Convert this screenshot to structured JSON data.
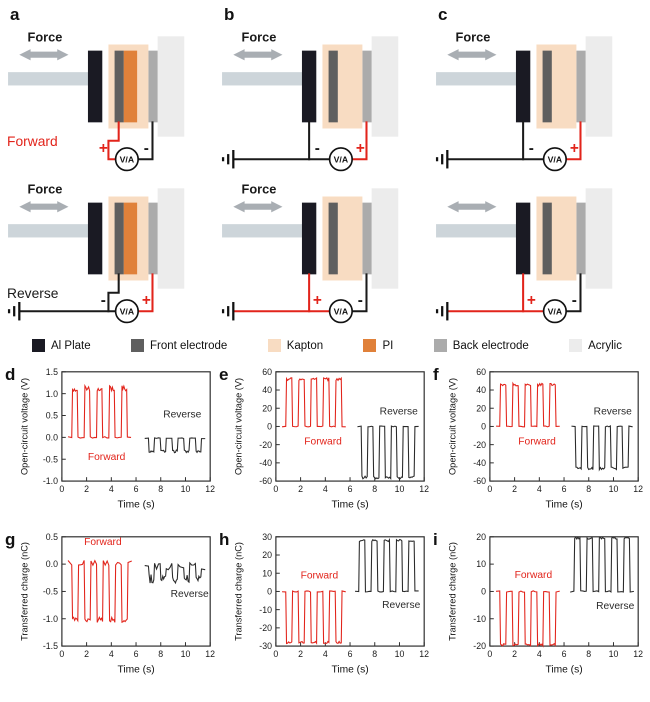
{
  "diagrams": {
    "force_label": "Force",
    "meter_label": "V/A",
    "panels": [
      {
        "id": "a",
        "has_pi": true,
        "cells": [
          {
            "show_force": true,
            "row_label": "Forward",
            "row_label_color": "#e2241b",
            "left": {
              "sign": "+",
              "color": "#e2241b",
              "wire": "front",
              "ground": false
            },
            "right": {
              "sign": "-",
              "color": "#1a1a1a",
              "wire": "back"
            }
          },
          {
            "show_force": true,
            "row_label": "Reverse",
            "row_label_color": "#1a1a1a",
            "left": {
              "sign": "-",
              "color": "#1a1a1a",
              "wire": "front",
              "ground": true
            },
            "right": {
              "sign": "+",
              "color": "#e2241b",
              "wire": "back"
            }
          }
        ]
      },
      {
        "id": "b",
        "has_pi": false,
        "cells": [
          {
            "show_force": true,
            "left": {
              "sign": "-",
              "color": "#1a1a1a",
              "wire": "plate",
              "ground": true
            },
            "right": {
              "sign": "+",
              "color": "#e2241b",
              "wire": "back"
            }
          },
          {
            "show_force": true,
            "left": {
              "sign": "+",
              "color": "#e2241b",
              "wire": "plate",
              "ground": true
            },
            "right": {
              "sign": "-",
              "color": "#1a1a1a",
              "wire": "back"
            }
          }
        ]
      },
      {
        "id": "c",
        "has_pi": false,
        "cells": [
          {
            "show_force": true,
            "left": {
              "sign": "-",
              "color": "#1a1a1a",
              "wire": "plate",
              "ground": true
            },
            "right": {
              "sign": "+",
              "color": "#e2241b",
              "wire": "back"
            }
          },
          {
            "show_force": false,
            "left": {
              "sign": "+",
              "color": "#e2241b",
              "wire": "plate",
              "ground": true
            },
            "right": {
              "sign": "-",
              "color": "#1a1a1a",
              "wire": "back"
            }
          }
        ]
      }
    ]
  },
  "legend": {
    "items": [
      {
        "label": "Al Plate",
        "color": "#1a1a23"
      },
      {
        "label": "Front electrode",
        "color": "#5f5f5f"
      },
      {
        "label": "Kapton",
        "color": "#f8dcc2"
      },
      {
        "label": "PI",
        "color": "#e0813a"
      },
      {
        "label": "Back electrode",
        "color": "#ababab"
      },
      {
        "label": "Acrylic",
        "color": "#ececec"
      }
    ]
  },
  "chart_data": [
    {
      "panel": "d",
      "type": "line",
      "xlabel": "Time (s)",
      "ylabel": "Open-circuit voltage (V)",
      "xlim": [
        0,
        12
      ],
      "ylim": [
        -1.0,
        1.5
      ],
      "xticks": [
        0,
        2,
        4,
        6,
        8,
        10,
        12
      ],
      "xtick_labels": [
        "0",
        "2",
        "4",
        "6",
        "8",
        "10",
        "12"
      ],
      "yticks": [
        -1.0,
        -0.5,
        0.0,
        0.5,
        1.0,
        1.5
      ],
      "ytick_labels": [
        "-1.0",
        "-0.5",
        "0.0",
        "0.5",
        "1.0",
        "1.5"
      ],
      "series": [
        {
          "name": "Forward",
          "color": "#e2241b",
          "t0": 0.8,
          "n": 5,
          "period": 1.0,
          "width": 0.5,
          "base": 0.0,
          "peak": 1.12,
          "peak_noise": 0.07,
          "base_noise": 0.015,
          "label_x": 2.1,
          "label_y": -0.52,
          "seed": 3
        },
        {
          "name": "Reverse",
          "color": "#2a2a2a",
          "t0": 7.0,
          "n": 5,
          "period": 0.95,
          "width": 0.5,
          "base": -0.02,
          "peak": -0.32,
          "peak_noise": 0.03,
          "base_noise": 0.01,
          "label_x": 8.2,
          "label_y": 0.45,
          "seed": 7
        }
      ]
    },
    {
      "panel": "e",
      "type": "line",
      "xlabel": "Time (s)",
      "ylabel": "Open-circuit voltage (V)",
      "xlim": [
        0,
        12
      ],
      "ylim": [
        -60,
        60
      ],
      "xticks": [
        0,
        2,
        4,
        6,
        8,
        10,
        12
      ],
      "xtick_labels": [
        "0",
        "2",
        "4",
        "6",
        "8",
        "10",
        "12"
      ],
      "yticks": [
        -60,
        -40,
        -20,
        0,
        20,
        40,
        60
      ],
      "ytick_labels": [
        "-60",
        "-40",
        "-20",
        "0",
        "20",
        "40",
        "60"
      ],
      "series": [
        {
          "name": "Forward",
          "color": "#e2241b",
          "t0": 0.8,
          "n": 5,
          "period": 1.0,
          "width": 0.55,
          "base": 0,
          "peak": 52,
          "peak_noise": 1.5,
          "base_noise": 0.5,
          "label_x": 2.3,
          "label_y": -20,
          "seed": 11
        },
        {
          "name": "Reverse",
          "color": "#2a2a2a",
          "t0": 6.9,
          "n": 5,
          "period": 0.95,
          "width": 0.55,
          "base": 0,
          "peak": -56,
          "peak_noise": 1.5,
          "base_noise": 0.5,
          "label_x": 8.4,
          "label_y": 13,
          "seed": 13
        }
      ]
    },
    {
      "panel": "f",
      "type": "line",
      "xlabel": "Time (s)",
      "ylabel": "Open-circuit voltage (V)",
      "xlim": [
        0,
        12
      ],
      "ylim": [
        -60,
        60
      ],
      "xticks": [
        0,
        2,
        4,
        6,
        8,
        10,
        12
      ],
      "xtick_labels": [
        "0",
        "2",
        "4",
        "6",
        "8",
        "10",
        "12"
      ],
      "yticks": [
        -60,
        -40,
        -20,
        0,
        20,
        40,
        60
      ],
      "ytick_labels": [
        "-60",
        "-40",
        "-20",
        "0",
        "20",
        "40",
        "60"
      ],
      "series": [
        {
          "name": "Forward",
          "color": "#e2241b",
          "t0": 0.8,
          "n": 5,
          "period": 1.0,
          "width": 0.55,
          "base": 0,
          "peak": 46,
          "peak_noise": 1.5,
          "base_noise": 0.5,
          "label_x": 2.3,
          "label_y": -20,
          "seed": 17
        },
        {
          "name": "Reverse",
          "color": "#2a2a2a",
          "t0": 6.9,
          "n": 5,
          "period": 0.95,
          "width": 0.55,
          "base": 0,
          "peak": -46,
          "peak_noise": 1.5,
          "base_noise": 0.5,
          "label_x": 8.4,
          "label_y": 13,
          "seed": 19
        }
      ]
    },
    {
      "panel": "g",
      "type": "line",
      "xlabel": "Time (s)",
      "ylabel": "Transferred charge (nC)",
      "xlim": [
        0,
        12
      ],
      "ylim": [
        -1.5,
        0.5
      ],
      "xticks": [
        0,
        2,
        4,
        6,
        8,
        10,
        12
      ],
      "xtick_labels": [
        "0",
        "2",
        "4",
        "6",
        "8",
        "10",
        "12"
      ],
      "yticks": [
        -1.5,
        -1.0,
        -0.5,
        0.0,
        0.5
      ],
      "ytick_labels": [
        "-1.5",
        "-1.0",
        "-0.5",
        "0.0",
        "0.5"
      ],
      "series": [
        {
          "name": "Forward",
          "color": "#e2241b",
          "t0": 0.8,
          "n": 5,
          "period": 1.0,
          "width": 0.55,
          "base": 0.02,
          "peak": -1.02,
          "peak_noise": 0.05,
          "base_noise": 0.05,
          "label_x": 1.8,
          "label_y": 0.35,
          "seed": 23
        },
        {
          "name": "Reverse",
          "color": "#2a2a2a",
          "t0": 7.0,
          "n": 5,
          "period": 0.95,
          "width": 0.5,
          "base": -0.04,
          "peak": -0.27,
          "peak_noise": 0.08,
          "base_noise": 0.07,
          "label_x": 8.8,
          "label_y": -0.6,
          "seed": 29
        }
      ]
    },
    {
      "panel": "h",
      "type": "line",
      "xlabel": "Time (s)",
      "ylabel": "Transferred charge (nC)",
      "xlim": [
        0,
        12
      ],
      "ylim": [
        -30,
        30
      ],
      "xticks": [
        0,
        2,
        4,
        6,
        8,
        10,
        12
      ],
      "xtick_labels": [
        "0",
        "2",
        "4",
        "6",
        "8",
        "10",
        "12"
      ],
      "yticks": [
        -30,
        -20,
        -10,
        0,
        10,
        20,
        30
      ],
      "ytick_labels": [
        "-30",
        "-20",
        "-10",
        "0",
        "10",
        "20",
        "30"
      ],
      "series": [
        {
          "name": "Forward",
          "color": "#e2241b",
          "t0": 0.8,
          "n": 5,
          "period": 1.0,
          "width": 0.55,
          "base": 0,
          "peak": -28,
          "peak_noise": 0.6,
          "base_noise": 0.3,
          "label_x": 2.0,
          "label_y": 7,
          "seed": 31
        },
        {
          "name": "Reverse",
          "color": "#2a2a2a",
          "t0": 6.7,
          "n": 5,
          "period": 1.0,
          "width": 0.55,
          "base": 0,
          "peak": 28,
          "peak_noise": 0.6,
          "base_noise": 0.3,
          "label_x": 8.6,
          "label_y": -9,
          "seed": 37
        }
      ]
    },
    {
      "panel": "i",
      "type": "line",
      "xlabel": "Time (s)",
      "ylabel": "Transferred charge (nC)",
      "xlim": [
        0,
        12
      ],
      "ylim": [
        -20,
        20
      ],
      "xticks": [
        0,
        2,
        4,
        6,
        8,
        10,
        12
      ],
      "xtick_labels": [
        "0",
        "2",
        "4",
        "6",
        "8",
        "10",
        "12"
      ],
      "yticks": [
        -20,
        -10,
        0,
        10,
        20
      ],
      "ytick_labels": [
        "-20",
        "-10",
        "0",
        "10",
        "20"
      ],
      "series": [
        {
          "name": "Forward",
          "color": "#e2241b",
          "t0": 0.8,
          "n": 5,
          "period": 1.0,
          "width": 0.55,
          "base": 0,
          "peak": -19.5,
          "peak_noise": 0.4,
          "base_noise": 0.25,
          "label_x": 2.0,
          "label_y": 5,
          "seed": 41
        },
        {
          "name": "Reverse",
          "color": "#2a2a2a",
          "t0": 6.8,
          "n": 5,
          "period": 1.0,
          "width": 0.55,
          "base": 0,
          "peak": 19.5,
          "peak_noise": 0.4,
          "base_noise": 0.25,
          "label_x": 8.6,
          "label_y": -6.5,
          "seed": 43
        }
      ]
    }
  ]
}
